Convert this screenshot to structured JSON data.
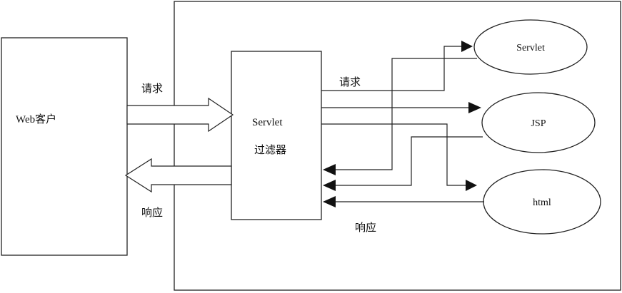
{
  "diagram": {
    "client": {
      "label": "Web客户"
    },
    "filter": {
      "line1": "Servlet",
      "line2": "过滤器"
    },
    "resources": {
      "servlet": "Servlet",
      "jsp": "JSP",
      "html": "html"
    },
    "edges": {
      "request_left": "请求",
      "response_left": "响应",
      "request_right": "请求",
      "response_right": "响应"
    }
  }
}
